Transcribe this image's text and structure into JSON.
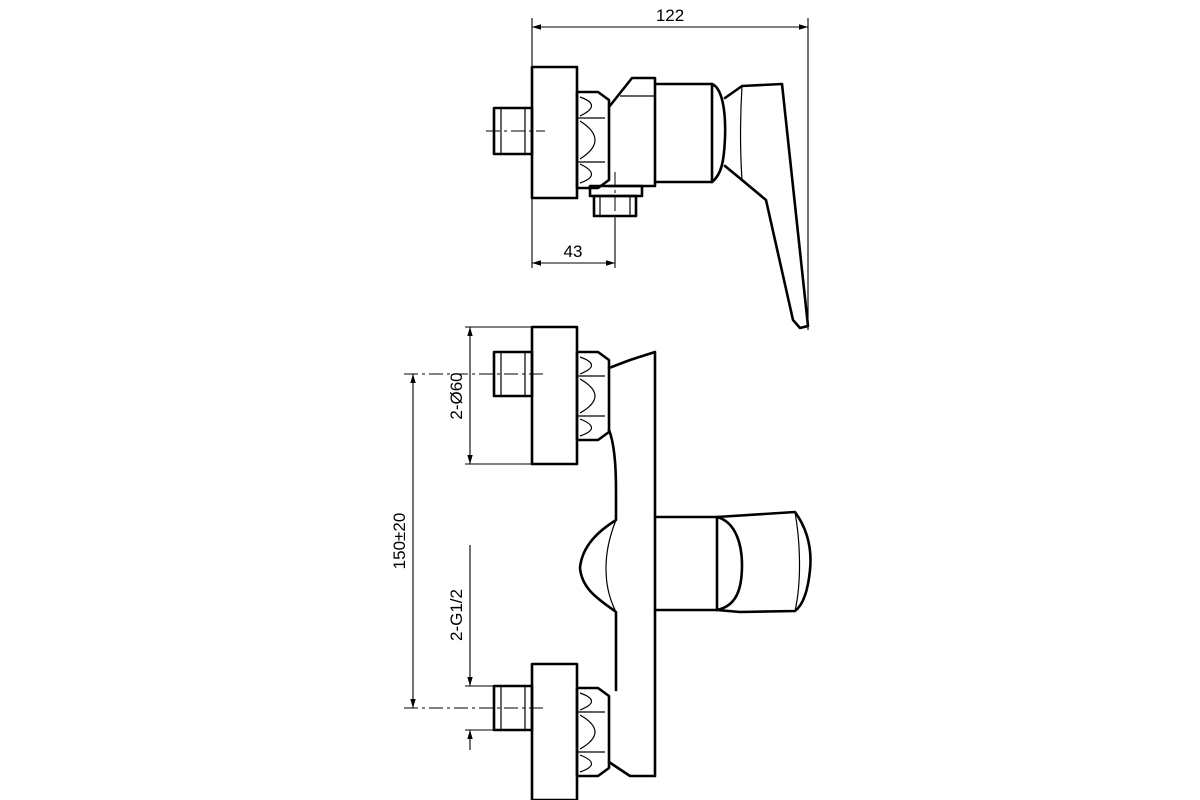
{
  "dimensions": {
    "overall_width": "122",
    "wall_depth": "43",
    "flange_diameter": "2-Ø60",
    "center_distance": "150±20",
    "thread": "2-G1/2"
  },
  "colors": {
    "line": "#000000",
    "background": "#ffffff"
  }
}
